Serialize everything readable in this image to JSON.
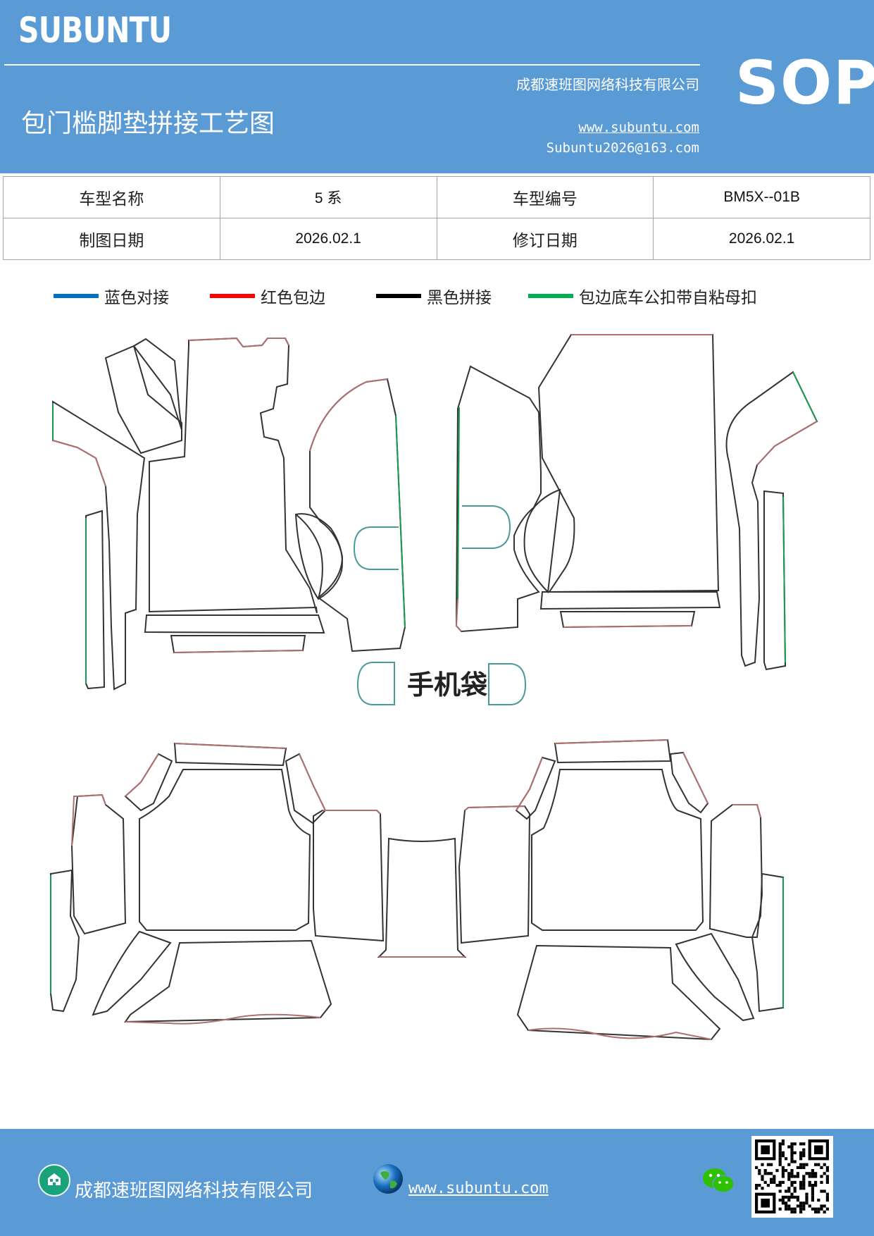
{
  "header": {
    "brand": "SUBUNTU",
    "company": "成都速班图网络科技有限公司",
    "title": "包门槛脚垫拼接工艺图",
    "website": "www.subuntu.com",
    "email": "Subuntu2026@163.com",
    "badge": "SOP"
  },
  "info_table": {
    "rows": [
      {
        "label1": "车型名称",
        "value1": "5 系",
        "label2": "车型编号",
        "value2": "BM5X--01B"
      },
      {
        "label1": "制图日期",
        "value1": "2026.02.1",
        "label2": "修订日期",
        "value2": "2026.02.1"
      }
    ]
  },
  "legend": [
    {
      "label": "蓝色对接",
      "color": "#0070c0"
    },
    {
      "label": "红色包边",
      "color": "#ff0000"
    },
    {
      "label": "黑色拼接",
      "color": "#000000"
    },
    {
      "label": "包边底车公扣带自粘母扣",
      "color": "#00b050"
    }
  ],
  "drawing": {
    "phone_bag_label": "手机袋",
    "colors": {
      "seam": "#333333",
      "edge": "#b07070",
      "green": "#1a9a50",
      "teal": "#4a9a9a"
    }
  },
  "footer": {
    "company": "成都速班图网络科技有限公司",
    "website": "www.subuntu.com ",
    "icons": [
      "building-icon",
      "globe-icon",
      "wechat-icon",
      "qr-code"
    ]
  }
}
